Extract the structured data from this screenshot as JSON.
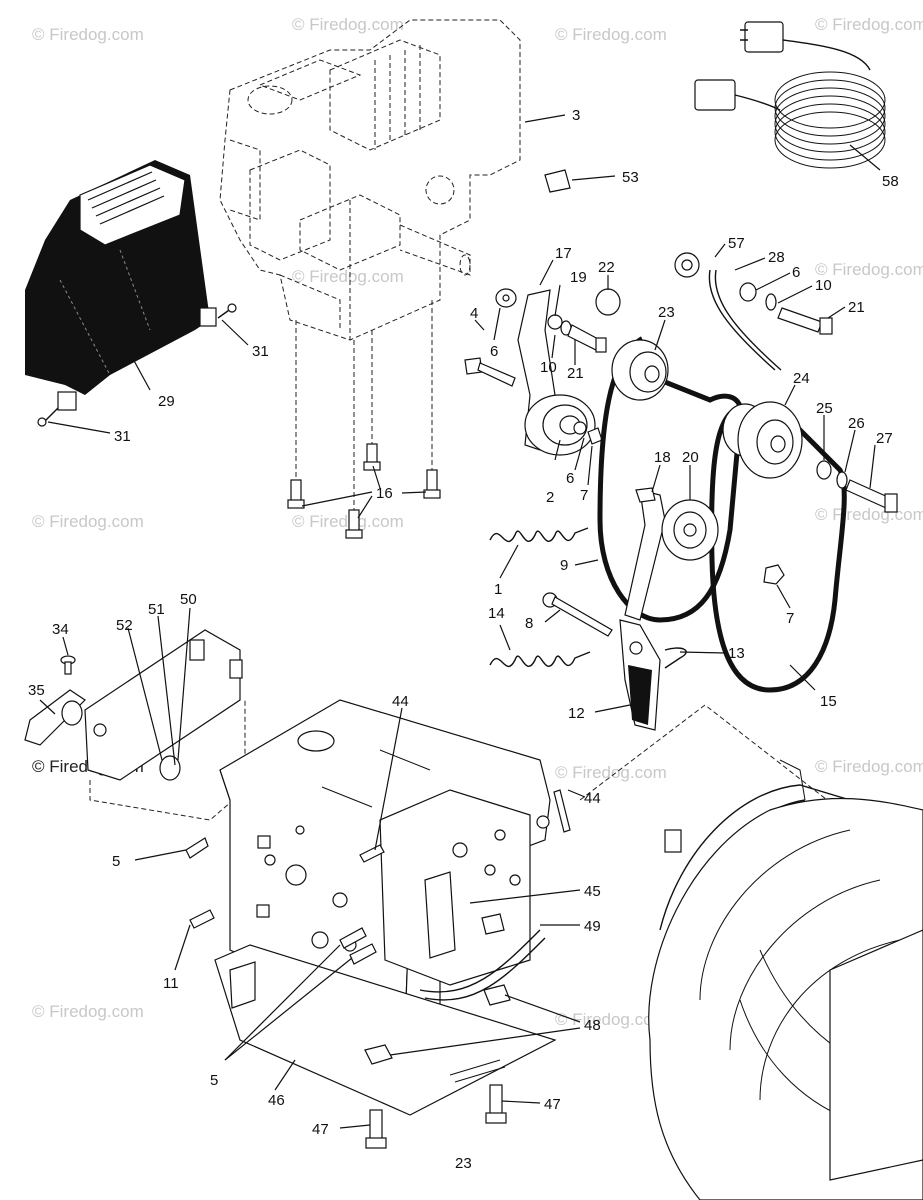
{
  "watermark": {
    "text": "© Firedog.com"
  },
  "page_number": "23",
  "part_labels": [
    "3",
    "53",
    "58",
    "57",
    "28",
    "6",
    "10",
    "21",
    "17",
    "19",
    "22",
    "4",
    "6",
    "10",
    "21",
    "23",
    "24",
    "25",
    "26",
    "27",
    "29",
    "31",
    "31",
    "16",
    "18",
    "20",
    "2",
    "6",
    "7",
    "1",
    "9",
    "7",
    "14",
    "8",
    "13",
    "15",
    "12",
    "50",
    "51",
    "52",
    "34",
    "35",
    "44",
    "44",
    "5",
    "45",
    "49",
    "11",
    "48",
    "5",
    "46",
    "47",
    "47"
  ]
}
